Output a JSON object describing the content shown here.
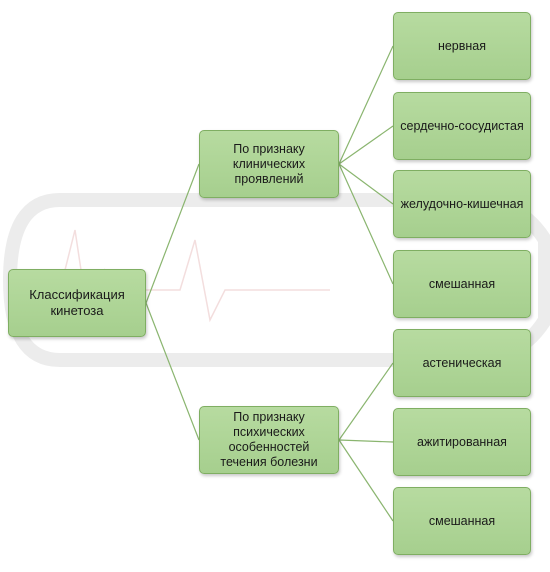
{
  "root": {
    "lines": [
      "Классификация",
      "кинетоза"
    ]
  },
  "branches": [
    {
      "lines": [
        "По признаку",
        "клинических",
        "проявлений"
      ],
      "leaves": [
        "нервная",
        "сердечно-сосудистая",
        "желудочно-кишечная",
        "смешанная"
      ]
    },
    {
      "lines": [
        "По признаку",
        "психических",
        "особенностей",
        "течения болезни"
      ],
      "leaves": [
        "астеническая",
        "ажитированная",
        "смешанная"
      ]
    }
  ],
  "colors": {
    "node_fill": "#b7dba0",
    "node_border": "#7fae62",
    "connector": "#8ab56f"
  }
}
